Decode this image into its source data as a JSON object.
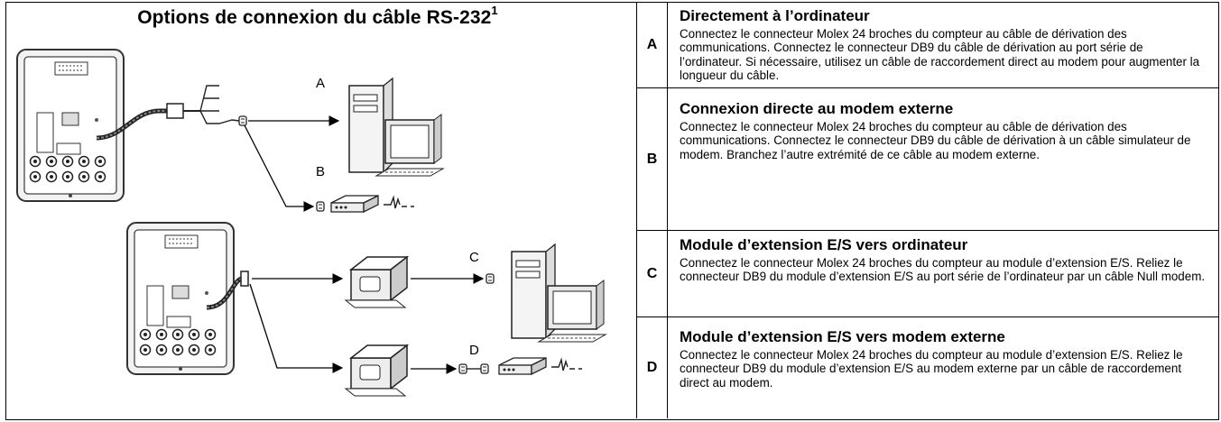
{
  "diagram": {
    "title": "Options de connexion du câble RS-232",
    "title_superscript": "1",
    "labels": {
      "a": "A",
      "b": "B",
      "c": "C",
      "d": "D"
    }
  },
  "rows": [
    {
      "letter": "A",
      "heading": "Directement à l’ordinateur",
      "body": "Connectez le connecteur Molex 24 broches du compteur au câble de dérivation des communications. Connectez le connecteur DB9 du câble de dérivation au port série de l’ordinateur. Si nécessaire, utilisez un câble de raccordement direct au modem pour augmenter la longueur du câble."
    },
    {
      "letter": "B",
      "heading": "Connexion directe au modem externe",
      "body": "Connectez le connecteur Molex 24 broches du compteur au câble de dérivation des communications. Connectez le connecteur DB9 du câble de dérivation à un câble simulateur de modem. Branchez l’autre extrémité de ce câble au modem externe."
    },
    {
      "letter": "C",
      "heading": "Module d’extension E/S vers ordinateur",
      "body": "Connectez le connecteur Molex 24 broches du compteur au module d’extension E/S. Reliez le connecteur DB9 du module d’extension E/S au port série de l’ordinateur par un câble Null modem."
    },
    {
      "letter": "D",
      "heading": "Module d’extension E/S vers modem externe",
      "body": "Connectez le connecteur Molex 24 broches du compteur au module d’extension E/S. Reliez le connecteur DB9 du module d’extension E/S au modem externe par un câble de raccordement direct au modem."
    }
  ]
}
